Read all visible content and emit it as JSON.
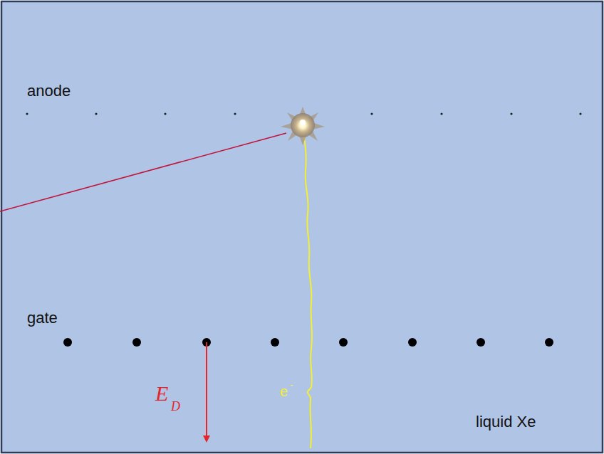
{
  "diagram": {
    "labels": [
      "anode",
      "gate",
      "E",
      "D",
      "e",
      "-",
      "liquid Xe"
    ]
  }
}
